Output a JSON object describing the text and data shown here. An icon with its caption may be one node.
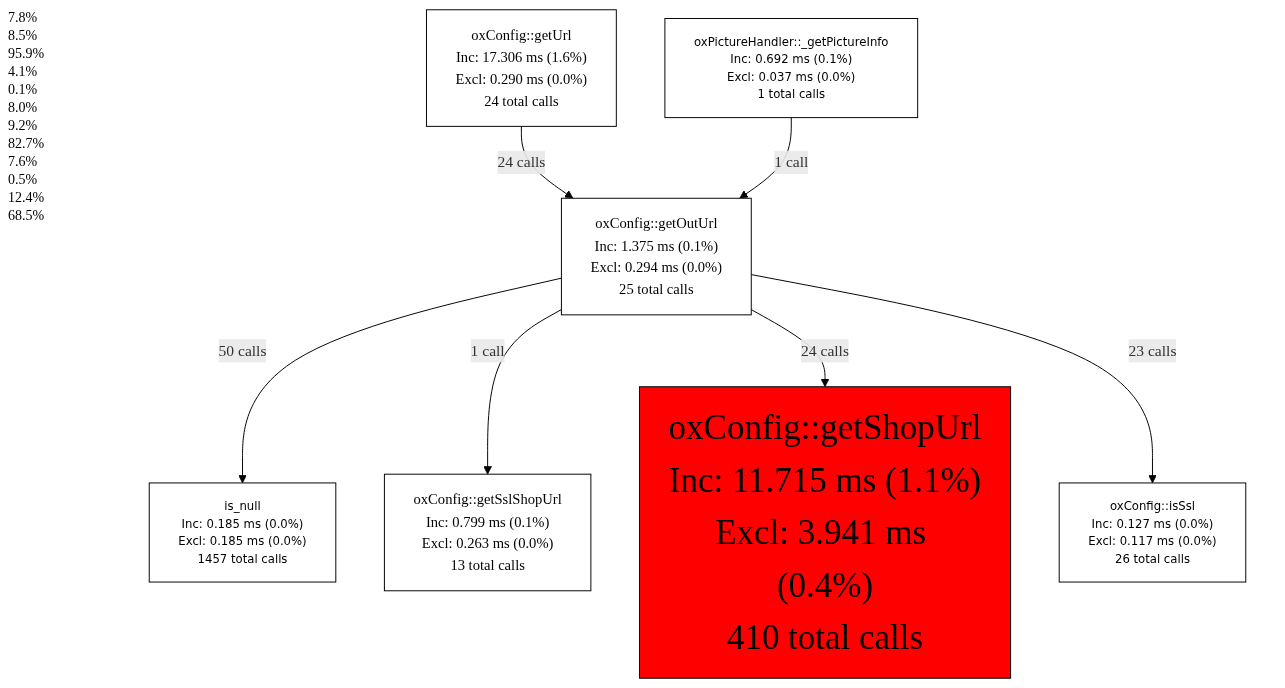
{
  "diagram": {
    "nodes": [
      {
        "text": [
          "oxConfig::getUrl",
          "Inc: 17.306 ms (1.6%)",
          "Excl: 0.290 ms (0.0%)",
          "24 total calls"
        ]
      },
      {
        "text": [
          "oxPictureHandler::_getPictureInfo",
          "Inc: 0.692 ms (0.1%)",
          "Excl: 0.037 ms (0.0%)",
          "1 total calls"
        ]
      },
      {
        "text": [
          "oxConfig::getOutUrl",
          "Inc: 1.375 ms (0.1%)",
          "Excl: 0.294 ms (0.0%)",
          "25 total calls"
        ]
      },
      {
        "text": [
          "is_null",
          "Inc: 0.185 ms (0.0%)",
          "Excl: 0.185 ms (0.0%)",
          "1457 total calls"
        ]
      },
      {
        "text": [
          "oxConfig::getSslShopUrl",
          "Inc: 0.799 ms (0.1%)",
          "Excl: 0.263 ms (0.0%)",
          "13 total calls"
        ]
      },
      {
        "text": [
          "oxConfig::getShopUrl",
          "Inc: 11.715 ms (1.1%)",
          "Excl: 3.941 ms (0.4%)",
          "410 total calls"
        ]
      },
      {
        "text": [
          "oxConfig::isSsl",
          "Inc: 0.127 ms (0.0%)",
          "Excl: 0.117 ms (0.0%)",
          "26 total calls"
        ]
      }
    ],
    "edges": [
      {
        "from": 0,
        "to": 2,
        "arrow": "to",
        "label": "24 calls"
      },
      {
        "from": 1,
        "to": 2,
        "arrow": "to",
        "label": "1 call"
      },
      {
        "from": 2,
        "to": 3,
        "arrow": "to",
        "label": "50 calls"
      },
      {
        "from": 2,
        "to": 4,
        "arrow": "to",
        "label": "1 call"
      },
      {
        "from": 2,
        "to": 5,
        "arrow": "to",
        "label": "24 calls"
      },
      {
        "from": 2,
        "to": 6,
        "arrow": "to",
        "label": "23 calls"
      }
    ],
    "labels": [
      "7.8%",
      "8.5%",
      "95.9%",
      "4.1%",
      "0.1%",
      "8.0%",
      "9.2%",
      "82.7%",
      "7.6%",
      "0.5%",
      "12.4%",
      "68.5%"
    ]
  }
}
